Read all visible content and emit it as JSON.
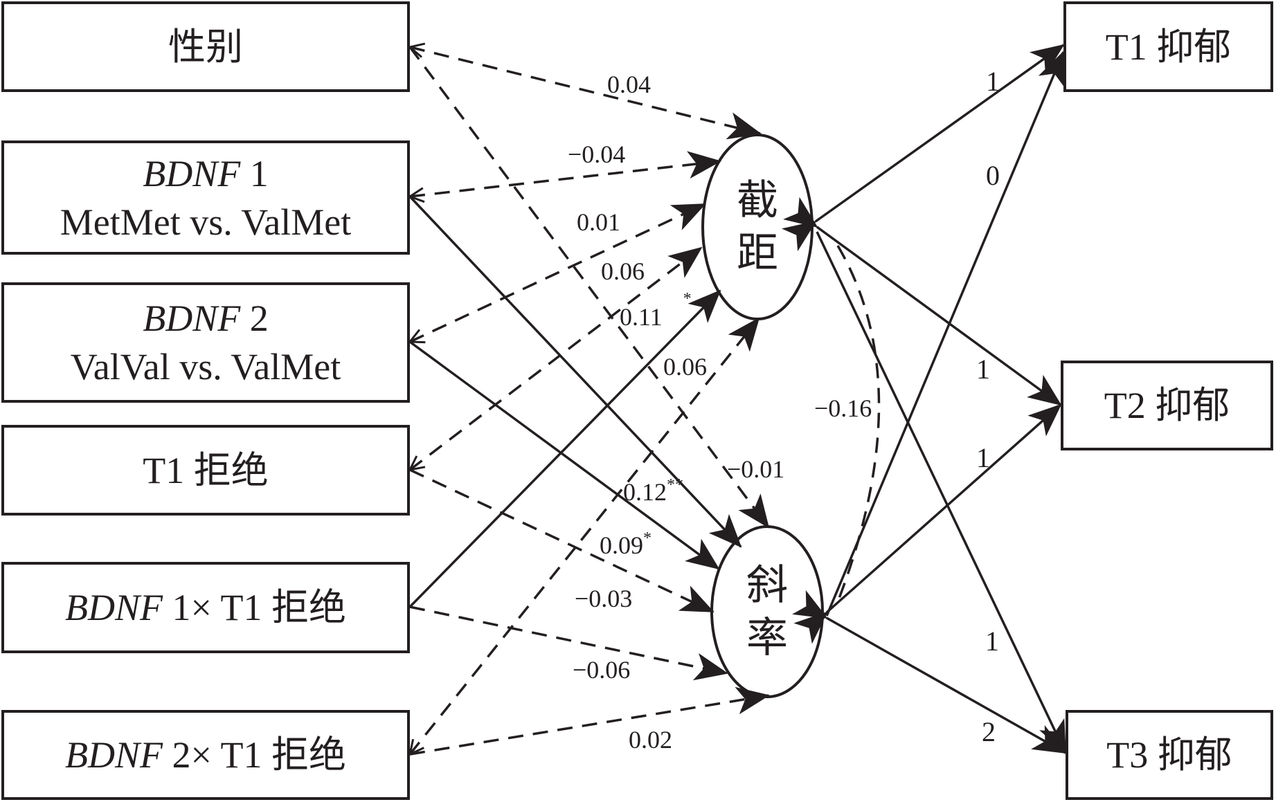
{
  "predictors": [
    {
      "id": "gender",
      "lines": [
        {
          "parts": [
            {
              "text": "性别",
              "italic": false
            }
          ]
        }
      ]
    },
    {
      "id": "bdnf1",
      "lines": [
        {
          "parts": [
            {
              "text": "BDNF",
              "italic": true
            },
            {
              "text": " 1",
              "italic": false
            }
          ]
        },
        {
          "parts": [
            {
              "text": "MetMet vs. ValMet",
              "italic": false
            }
          ]
        }
      ]
    },
    {
      "id": "bdnf2",
      "lines": [
        {
          "parts": [
            {
              "text": "BDNF",
              "italic": true
            },
            {
              "text": " 2",
              "italic": false
            }
          ]
        },
        {
          "parts": [
            {
              "text": "ValVal vs. ValMet",
              "italic": false
            }
          ]
        }
      ]
    },
    {
      "id": "rejection",
      "lines": [
        {
          "parts": [
            {
              "text": "T1 拒绝",
              "italic": false
            }
          ]
        }
      ]
    },
    {
      "id": "bdnf1x",
      "lines": [
        {
          "parts": [
            {
              "text": "BDNF",
              "italic": true
            },
            {
              "text": " 1× T1 拒绝",
              "italic": false
            }
          ]
        }
      ]
    },
    {
      "id": "bdnf2x",
      "lines": [
        {
          "parts": [
            {
              "text": "BDNF",
              "italic": true
            },
            {
              "text": " 2× T1 拒绝",
              "italic": false
            }
          ]
        }
      ]
    }
  ],
  "latents": {
    "intercept": {
      "label_1": "截",
      "label_2": "距"
    },
    "slope": {
      "label_1": "斜",
      "label_2": "率"
    }
  },
  "outcomes": [
    {
      "id": "t1",
      "label": "T1 抑郁"
    },
    {
      "id": "t2",
      "label": "T2 抑郁"
    },
    {
      "id": "t3",
      "label": "T3 抑郁"
    }
  ],
  "paths": [
    {
      "from": "gender",
      "to": "intercept",
      "value": "0.04",
      "sig": "",
      "style": "dashed"
    },
    {
      "from": "bdnf1",
      "to": "intercept",
      "value": "−0.04",
      "sig": "",
      "style": "dashed"
    },
    {
      "from": "bdnf2",
      "to": "intercept",
      "value": "0.01",
      "sig": "",
      "style": "dashed"
    },
    {
      "from": "rejection",
      "to": "intercept",
      "value": "0.06",
      "sig": "",
      "style": "dashed"
    },
    {
      "from": "bdnf1x",
      "to": "intercept",
      "value": "0.11",
      "sig": "*",
      "style": "solid"
    },
    {
      "from": "bdnf2x",
      "to": "intercept",
      "value": "0.06",
      "sig": "",
      "style": "dashed"
    },
    {
      "from": "gender",
      "to": "slope",
      "value": "−0.01",
      "sig": "",
      "style": "dashed"
    },
    {
      "from": "bdnf1",
      "to": "slope",
      "value": "0.12",
      "sig": "**",
      "style": "solid"
    },
    {
      "from": "bdnf2",
      "to": "slope",
      "value": "0.09",
      "sig": "*",
      "style": "solid"
    },
    {
      "from": "rejection",
      "to": "slope",
      "value": "−0.03",
      "sig": "",
      "style": "dashed"
    },
    {
      "from": "bdnf1x",
      "to": "slope",
      "value": "−0.06",
      "sig": "",
      "style": "dashed"
    },
    {
      "from": "bdnf2x",
      "to": "slope",
      "value": "0.02",
      "sig": "",
      "style": "dashed"
    }
  ],
  "loadings": [
    {
      "from": "intercept",
      "to": "t1",
      "value": "1"
    },
    {
      "from": "intercept",
      "to": "t2",
      "value": "1"
    },
    {
      "from": "intercept",
      "to": "t3",
      "value": "1"
    },
    {
      "from": "slope",
      "to": "t1",
      "value": "0"
    },
    {
      "from": "slope",
      "to": "t2",
      "value": "1"
    },
    {
      "from": "slope",
      "to": "t3",
      "value": "2"
    }
  ],
  "covariance": {
    "between": "intercept-slope",
    "value": "−0.16",
    "style": "dashed"
  }
}
